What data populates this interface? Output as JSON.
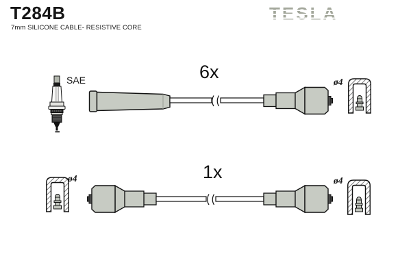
{
  "header": {
    "part_number": "T284B",
    "subtitle": "7mm SILICONE CABLE- RESISTIVE CORE",
    "brand": "TESLA"
  },
  "top_assembly": {
    "quantity": "6x",
    "plug_connector_standard": "SAE",
    "coil_terminal_diameter": "ø4"
  },
  "bottom_assembly": {
    "quantity": "1x",
    "left_terminal_diameter": "ø4",
    "right_terminal_diameter": "ø4"
  },
  "icons": {
    "spark_plug": "spark-plug-icon",
    "terminal_boot_cross_section": "boot-cross-section-icon",
    "cable_break": "cable-break-marks"
  },
  "colors": {
    "background": "#ffffff",
    "ink": "#161616",
    "boot_fill": "#c7cbc3",
    "logo_gray": "#a3a79b"
  }
}
